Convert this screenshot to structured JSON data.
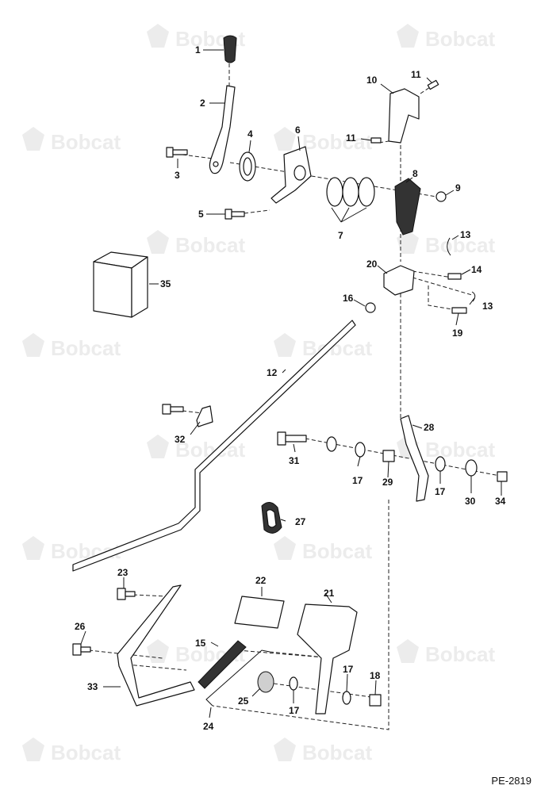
{
  "watermark_text": "Bobcat",
  "reference_code": "PE-2819",
  "callouts": [
    "1",
    "2",
    "3",
    "4",
    "5",
    "6",
    "7",
    "8",
    "9",
    "10",
    "11",
    "11",
    "12",
    "13",
    "13",
    "14",
    "15",
    "16",
    "17",
    "17",
    "17",
    "17",
    "18",
    "19",
    "20",
    "21",
    "22",
    "23",
    "24",
    "25",
    "26",
    "27",
    "28",
    "29",
    "30",
    "31",
    "32",
    "33",
    "34",
    "35"
  ]
}
